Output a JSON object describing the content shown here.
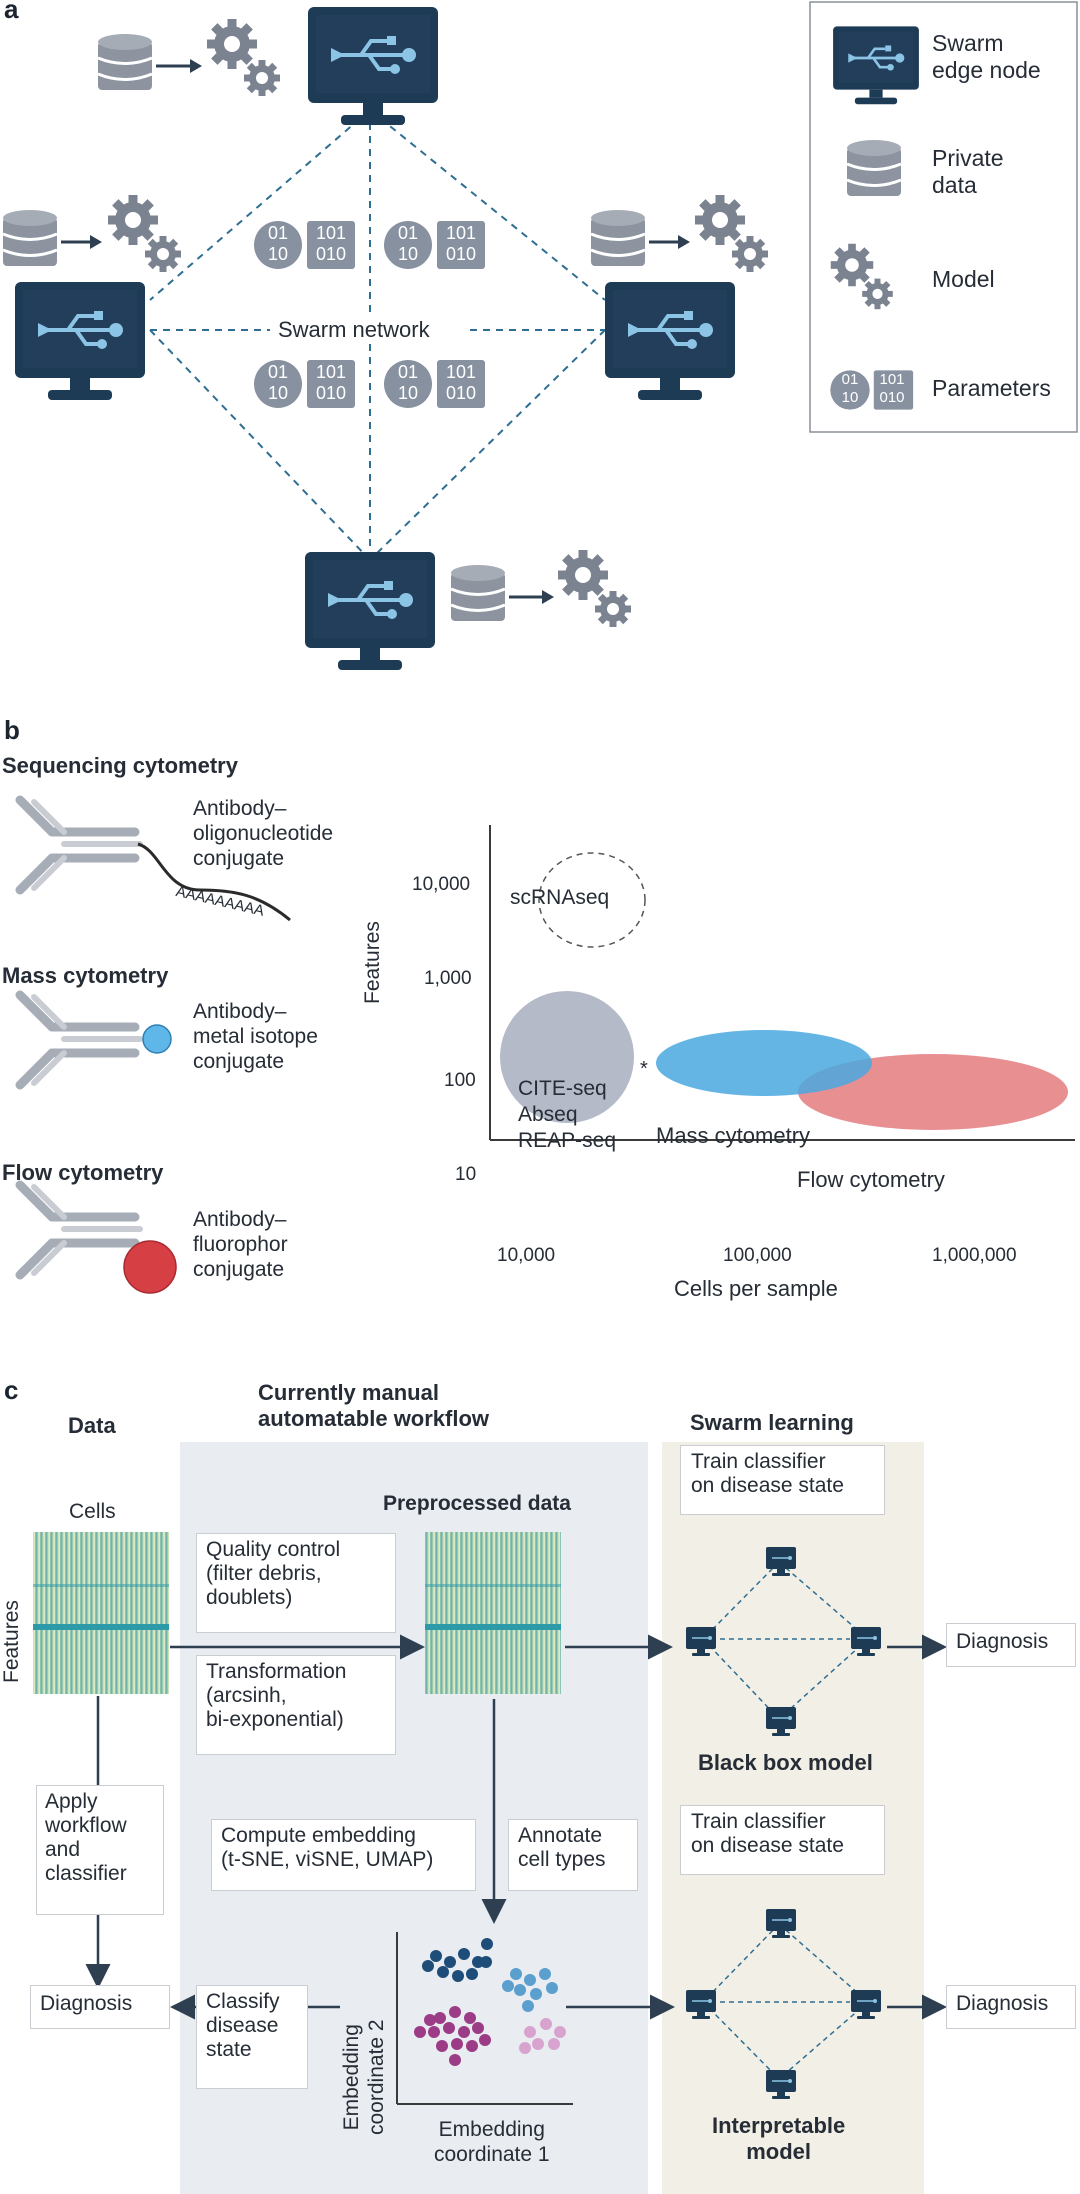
{
  "panels": {
    "a": "a",
    "b": "b",
    "c": "c"
  },
  "panel_a": {
    "network_label": "Swarm network",
    "bits_left": [
      "01",
      "10"
    ],
    "bits_right": [
      "101",
      "010"
    ],
    "legend": {
      "edge_node": [
        "Swarm",
        "edge node"
      ],
      "private_data": [
        "Private",
        "data"
      ],
      "model": "Model",
      "parameters": "Parameters"
    }
  },
  "panel_b": {
    "assays": [
      {
        "title": "Sequencing cytometry",
        "desc": [
          "Antibody–",
          "oligonucleotide",
          "conjugate"
        ],
        "tail_text": "AAAAAAAAA"
      },
      {
        "title": "Mass cytometry",
        "desc": [
          "Antibody–",
          "metal isotope",
          "conjugate"
        ]
      },
      {
        "title": "Flow cytometry",
        "desc": [
          "Antibody–",
          "fluorophor",
          "conjugate"
        ]
      }
    ],
    "chart": {
      "ylabel": "Features",
      "xlabel": "Cells per sample",
      "yticks": [
        "10,000",
        "1,000",
        "100",
        "10"
      ],
      "xticks": [
        "10,000",
        "100,000",
        "1,000,000"
      ],
      "regions": {
        "scrnaseq": "scRNAseq",
        "cite": [
          "CITE-seq",
          "Abseq",
          "REAP-seq"
        ],
        "asterisk": "*",
        "mass": "Mass cytometry",
        "flow": "Flow cytometry"
      },
      "colors": {
        "cite": "#aab1bf",
        "mass": "#4aa8df",
        "flow": "#e47b7f"
      }
    }
  },
  "panel_c": {
    "headers": {
      "data": "Data",
      "workflow": [
        "Currently manual",
        "automatable workflow"
      ],
      "swarm": "Swarm learning"
    },
    "cells_label": "Cells",
    "features_label": "Features",
    "preprocessed_label": "Preprocessed data",
    "quality_control": [
      "Quality control",
      "(filter debris,",
      "doublets)"
    ],
    "transformation": [
      "Transformation",
      "(arcsinh,",
      "bi-exponential)"
    ],
    "compute_embedding": [
      "Compute embedding",
      "(t-SNE, viSNE, UMAP)"
    ],
    "annotate": [
      "Annotate",
      "cell types"
    ],
    "apply_workflow": [
      "Apply",
      "workflow",
      "and",
      "classifier"
    ],
    "classify": [
      "Classify",
      "disease",
      "state"
    ],
    "diagnosis": "Diagnosis",
    "train_classifier": [
      "Train classifier",
      "on disease state"
    ],
    "black_box": "Black box model",
    "interpretable": [
      "Interpretable",
      "model"
    ],
    "embedding_y": [
      "Embedding",
      "coordinate 2"
    ],
    "embedding_x": [
      "Embedding",
      "coordinate 1"
    ],
    "colors": {
      "workflow_bg": "#e9ecf1",
      "swarm_bg": "#f1efe6",
      "monitor": "#1d3b55",
      "arrow": "#2f3f52"
    }
  }
}
